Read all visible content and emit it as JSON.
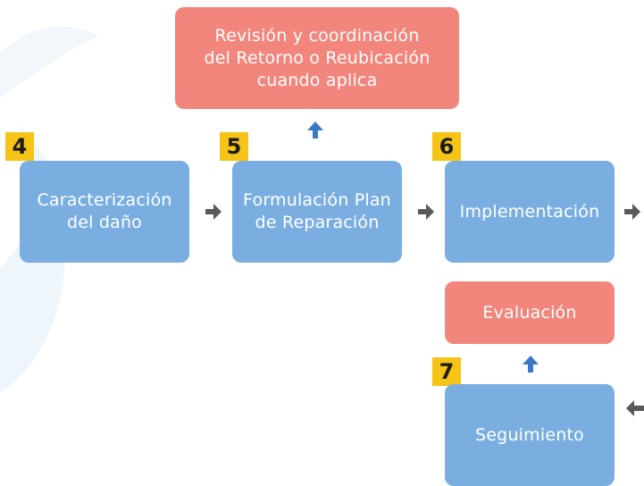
{
  "steps": [
    {
      "number": "4",
      "label": "Caracterización\ndel daño"
    },
    {
      "number": "5",
      "label": "Formulación Plan\nde Reparación"
    },
    {
      "number": "6",
      "label": "Implementación"
    },
    {
      "number": "7",
      "label": "Seguimiento"
    }
  ],
  "side_boxes": {
    "top": "Revisión y coordinación\ndel Retorno o Reubicación\ncuando aplica",
    "evaluation": "Evaluación"
  },
  "colors": {
    "step_box": "#7aaee0",
    "side_box": "#f2867c",
    "badge": "#f6c417",
    "arrow_gray": "#5a5a5a",
    "arrow_blue": "#3d78c4"
  },
  "icons": {
    "flow_arrow": "arrow-right-icon",
    "up_arrow": "arrow-up-icon",
    "back_arrow": "arrow-left-icon"
  }
}
